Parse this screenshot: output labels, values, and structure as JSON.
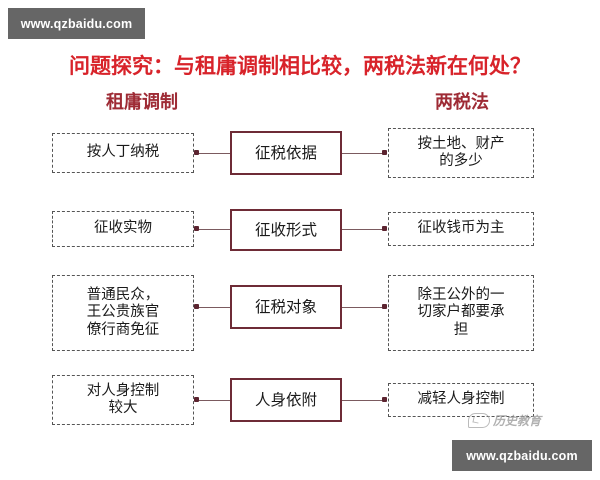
{
  "watermarks": {
    "top_bar": "www.qzbaidu.com",
    "bottom_bar": "www.qzbaidu.com",
    "logo_text": "历史教育"
  },
  "header": {
    "title": "问题探究：与租庸调制相比较，两税法新在何处？",
    "title_color": "#d8232a",
    "left_subhead": "租庸调制",
    "right_subhead": "两税法",
    "subhead_color": "#9e2b35"
  },
  "diagram": {
    "center_border_color": "#6e2b36",
    "side_border_color": "#555555",
    "connector_color": "#7b5a5f",
    "rows": [
      {
        "category": "征税依据",
        "left": "按人丁纳税",
        "right": "按土地、财产\n的多少"
      },
      {
        "category": "征收形式",
        "left": "征收实物",
        "right": "征收钱币为主"
      },
      {
        "category": "征税对象",
        "left": "普通民众，\n王公贵族官\n僚行商免征",
        "right": "除王公外的一\n切家户都要承\n担"
      },
      {
        "category": "人身依附",
        "left": "对人身控制\n较大",
        "right": "减轻人身控制"
      }
    ]
  }
}
